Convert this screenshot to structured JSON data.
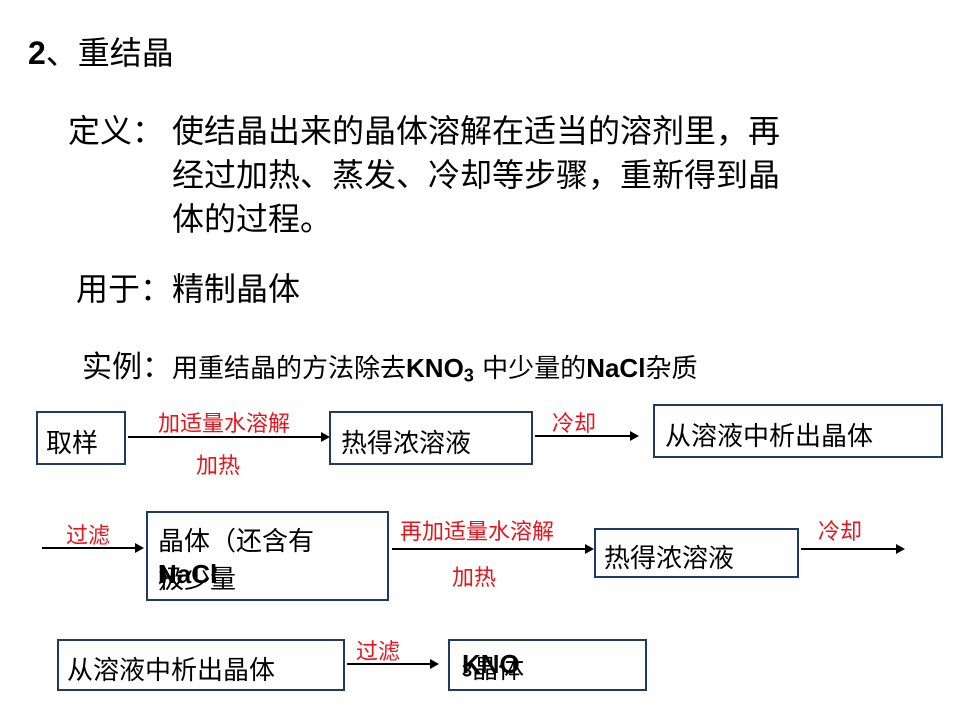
{
  "heading": {
    "num": "2",
    "title": "、重结晶"
  },
  "definition": {
    "label": "定义：",
    "line1": "使结晶出来的晶体溶解在适当的溶剂里，再",
    "line2": "经过加热、蒸发、冷却等步骤，重新得到晶",
    "line3": "体的过程。"
  },
  "usage": {
    "label": "用于：",
    "text": "精制晶体"
  },
  "example": {
    "label": "实例：",
    "text1": "用重结晶的方法除去",
    "kno": "KNO",
    "sub3": "3",
    "text2": " 中少量的",
    "nacl": "NaCl",
    "text3": "杂质"
  },
  "flow": {
    "row1": {
      "box1": "取样",
      "arrow1_top": "加适量水溶解",
      "arrow1_bottom": "加热",
      "box2": "热得浓溶液",
      "arrow2_top": "冷却",
      "box3": "从溶液中析出晶体"
    },
    "row2": {
      "arrow0_top": "过滤",
      "box1_line1": "晶体（还含有",
      "box1_line2_a": "极少量",
      "box1_line2_b": "NaCl",
      "box1_line2_c": "）",
      "arrow1_top": "再加适量水溶解",
      "arrow1_bottom": "加热",
      "box2": "热得浓溶液",
      "arrow2_top": "冷却"
    },
    "row3": {
      "box1": "从溶液中析出晶体",
      "arrow_top": "过滤",
      "box2_kno": "KNO",
      "box2_sub": "3",
      "box2_text": " 晶体"
    }
  },
  "colors": {
    "label_red": "#e8141b",
    "box_border": "#1f3b63"
  }
}
